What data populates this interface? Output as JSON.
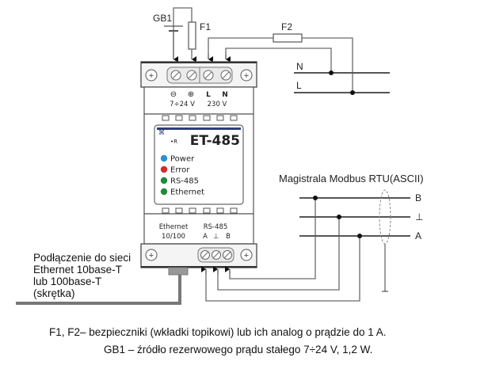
{
  "components": {
    "battery_label": "GB1",
    "fuse1_label": "F1",
    "fuse2_label": "F2"
  },
  "mains": {
    "line_n_label": "N",
    "line_l_label": "L"
  },
  "device": {
    "model": "ET-485",
    "reset_label": "•R",
    "top_terminals": {
      "minus_symbol": "⊖",
      "plus_symbol": "⊕",
      "l_label": "L",
      "n_label": "N",
      "dc_voltage": "7÷24 V",
      "ac_voltage": "230 V"
    },
    "leds": [
      {
        "label": "Power",
        "color": "#2b8fd6"
      },
      {
        "label": "Error",
        "color": "#d62b2b"
      },
      {
        "label": "RS-485",
        "color": "#1e8a3e"
      },
      {
        "label": "Ethernet",
        "color": "#1e8a3e"
      }
    ],
    "bottom_terminals": {
      "ethernet_label": "Ethernet",
      "ethernet_speed": "10/100",
      "rs485_label": "RS-485",
      "a_label": "A",
      "gnd_label": "⊥",
      "b_label": "B"
    }
  },
  "bus": {
    "title": "Magistrala Modbus RTU(ASCII)",
    "b_label": "B",
    "gnd_label": "⊥",
    "a_label": "A"
  },
  "ethernet_note": {
    "lines": [
      "Podłączenie do sieci",
      "Ethernet 10base-T",
      "lub 100base-T",
      "(skrętka)"
    ]
  },
  "captions": {
    "fuses": "F1, F2– bezpieczniki (wkładki topikowi) lub ich analog o prądzie do 1 A.",
    "battery": "GB1 – źródło rezerwowego prądu stałego 7÷24 V, 1,2 W."
  }
}
